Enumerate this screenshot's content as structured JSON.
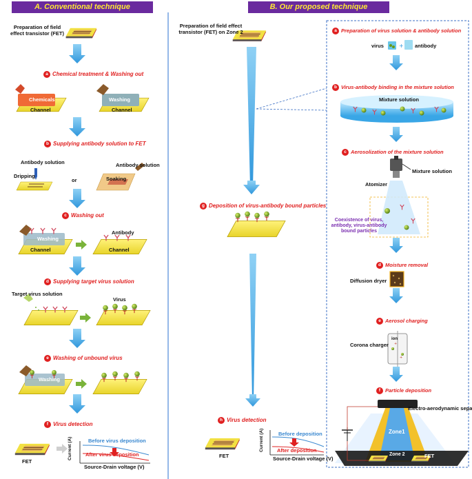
{
  "headers": {
    "left": "A. Conventional technique",
    "right": "B. Our proposed technique"
  },
  "left": {
    "prep": "Preparation of field effect transistor (FET)",
    "step_a": {
      "badge": "a",
      "text": "Chemical treatment & Washing out"
    },
    "chemicals": "Chemicals",
    "washing_a": "Washing",
    "channel_1": "Channel",
    "channel_2": "Channel",
    "step_b": {
      "badge": "b",
      "text": "Supplying antibody solution to FET"
    },
    "antibody_solution_1": "Antibody solution",
    "dripping": "Dripping",
    "or": "or",
    "antibody_solution_2": "Antibody solution",
    "soaking": "Soaking",
    "step_c": {
      "badge": "c",
      "text": "Washing out"
    },
    "washing_c": "Washing",
    "antibody": "Antibody",
    "channel_3": "Channel",
    "channel_4": "Channel",
    "step_d": {
      "badge": "d",
      "text": "Supplying target virus solution"
    },
    "target_virus_solution": "Target virus solution",
    "virus": "Virus",
    "step_e": {
      "badge": "e",
      "text": "Washing of unbound virus"
    },
    "washing_e": "Washing",
    "step_f": {
      "badge": "f",
      "text": "Virus detection"
    },
    "fet": "FET",
    "before": "Before virus deposition",
    "after": "After virus deposition",
    "xaxis": "Source-Drain voltage (V)",
    "yaxis": "Current (A)"
  },
  "center": {
    "prep": "Preparation of field effect transistor (FET) on Zone 2",
    "step_g": {
      "badge": "g",
      "text": "Deposition of virus-antibody bound particles"
    },
    "step_h": {
      "badge": "h",
      "text": "Virus detection"
    },
    "fet": "FET",
    "before": "Before deposition",
    "after": "After deposition",
    "xaxis": "Source-Drain voltage (V)",
    "yaxis": "Current (A)"
  },
  "right": {
    "step_a": {
      "badge": "a",
      "text": "Preparation of virus solution & antibody solution"
    },
    "virus": "virus",
    "antibody": "antibody",
    "step_b": {
      "badge": "b",
      "text": "Virus-antibody binding in the mixture solution"
    },
    "mixture_solution": "Mixture solution",
    "step_c": {
      "badge": "c",
      "text": "Aerosolization of the mixture solution"
    },
    "mixture_solution_2": "Mixture solution",
    "atomizer": "Atomizer",
    "coexistence": "Coexistence of virus, antibody, virus-antibody bound particles",
    "step_d": {
      "badge": "d",
      "text": "Moisture removal"
    },
    "diffusion_dryer": "Diffusion dryer",
    "step_e": {
      "badge": "e",
      "text": "Aerosol charging"
    },
    "corona_charger": "Corona charger",
    "ion": "ion",
    "step_f": {
      "badge": "f",
      "text": "Particle deposition"
    },
    "separator": "Electro-aerodynamic separator",
    "zone1": "Zone1",
    "zone2": "Zone 2",
    "fet": "FET"
  },
  "colors": {
    "header_bg": "#6a2a9e",
    "header_text": "#ffe833",
    "step_text": "#e02020",
    "arrow": "#3aa3e0",
    "chip": "#f5e640",
    "dashed": "#3b6fc4"
  }
}
